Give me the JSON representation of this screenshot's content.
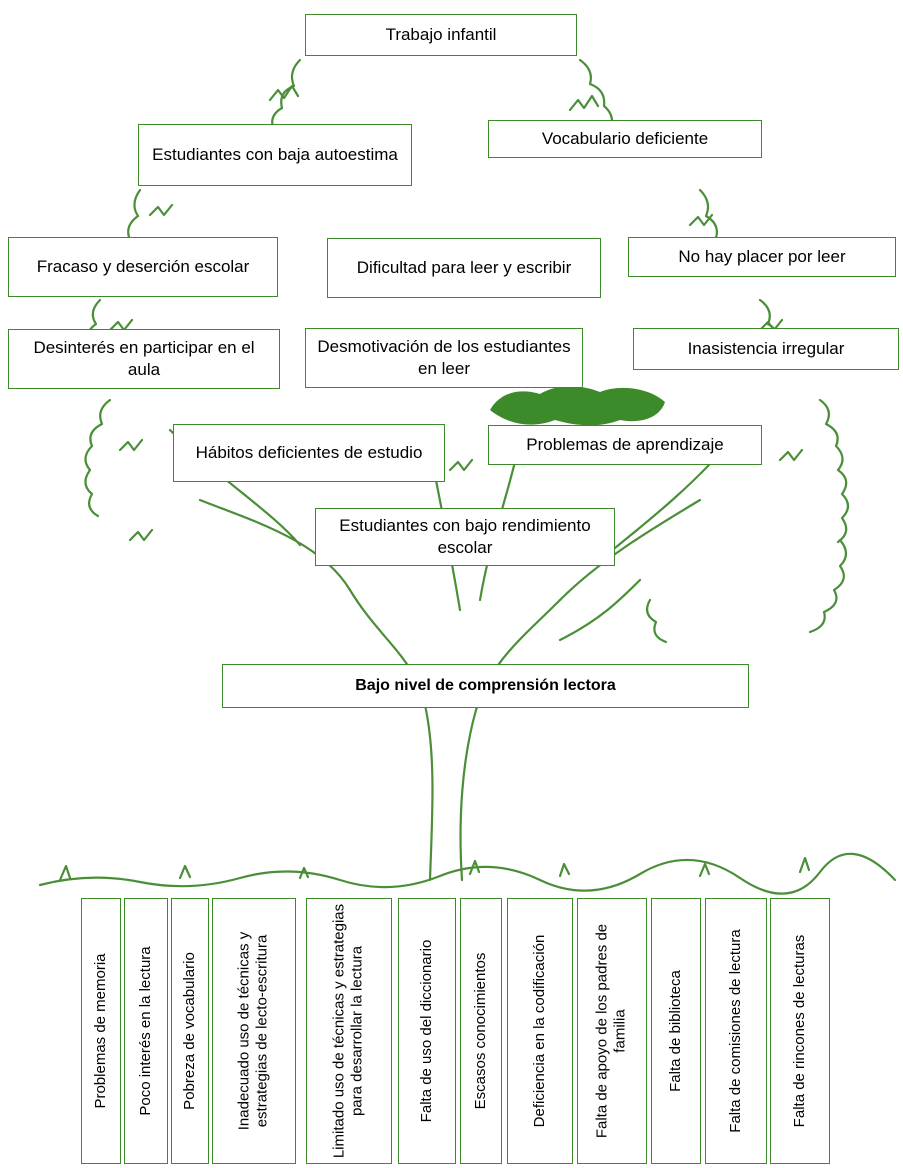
{
  "colors": {
    "tree": "#4a8f38",
    "foliage": "#3d8a2a",
    "box_border": "#3d8a2a"
  },
  "effects": {
    "trabajo_infantil": "Trabajo infantil",
    "baja_autoestima": "Estudiantes con baja autoestima",
    "vocabulario_deficiente": "Vocabulario deficiente",
    "fracaso_desercion": "Fracaso y deserción escolar",
    "dificultad_leer": "Dificultad para leer y escribir",
    "no_placer": "No hay placer por leer",
    "desinteres_aula": "Desinterés en participar en el aula",
    "desmotivacion": "Desmotivación de los estudiantes en leer",
    "inasistencia": "Inasistencia irregular",
    "habitos": "Hábitos deficientes de estudio",
    "aprendizaje": "Problemas de aprendizaje",
    "bajo_rendimiento": "Estudiantes con bajo rendimiento escolar"
  },
  "core_problem": "Bajo nivel de comprensión lectora",
  "causes": [
    "Problemas de memoria",
    "Poco interés en la lectura",
    "Pobreza de vocabulario",
    "Inadecuado uso de técnicas y estrategias de lecto-escritura",
    "Limitado uso de técnicas y estrategias para desarrollar la lectura",
    "Falta de uso del diccionario",
    "Escasos conocimientos",
    "Deficiencia en la codificación",
    "Falta de apoyo de los padres de familia",
    "Falta de biblioteca",
    "Falta de comisiones de lectura",
    "Falta de rincones de lecturas"
  ]
}
